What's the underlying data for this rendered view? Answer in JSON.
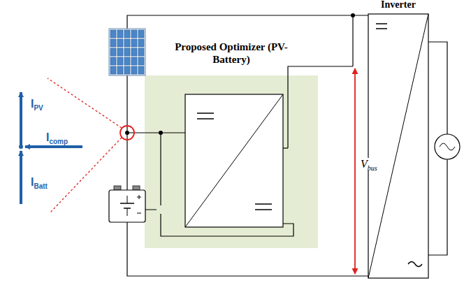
{
  "diagram": {
    "nodes": [
      {
        "text": [
          "Proposed Optimizer (PV-Battery)"
        ]
      },
      {
        "text": [
          "Inverter"
        ]
      }
    ],
    "labels": [
      "I",
      "PV",
      "I",
      "comp",
      "I",
      "Batt",
      "V",
      "bus"
    ]
  }
}
